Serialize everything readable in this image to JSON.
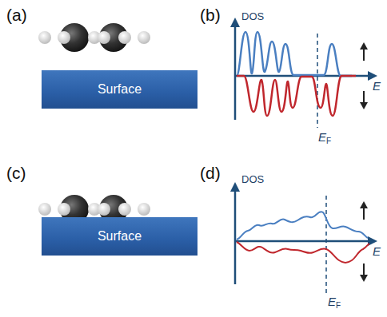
{
  "diagram": {
    "nodes": [
      {
        "text": [
          "Surface"
        ]
      },
      {
        "text": [
          "Surface"
        ]
      }
    ],
    "labels": [
      "(a)",
      "(b)",
      "DOS",
      "E",
      "E",
      "F",
      "(c)",
      "(d)",
      "DOS",
      "E",
      "E",
      "F"
    ]
  }
}
